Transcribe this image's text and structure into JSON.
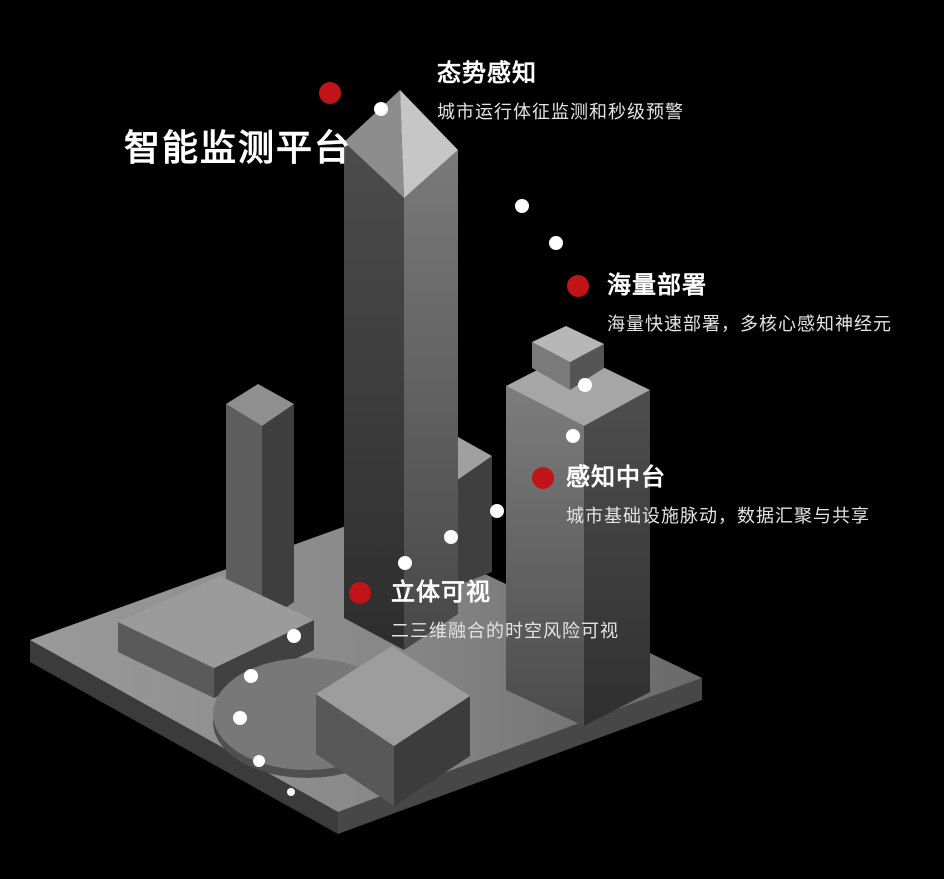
{
  "background": "#000000",
  "title": {
    "text": "智能监测平台"
  },
  "callouts": [
    {
      "id": "situational-awareness",
      "label": "态势感知",
      "description": "城市运行体征监测和秒级预警"
    },
    {
      "id": "mass-deployment",
      "label": "海量部署",
      "description": "海量快速部署，多核心感知神经元"
    },
    {
      "id": "perception-middle-platform",
      "label": "感知中台",
      "description": "城市基础设施脉动，数据汇聚与共享"
    },
    {
      "id": "stereo-visualization",
      "label": "立体可视",
      "description": "二三维融合的时空风险可视"
    }
  ],
  "colors": {
    "marker_red": "#c01418",
    "trail_dot": "#ffffff",
    "heading_text": "#ffffff",
    "description_text": "#e3e3e3"
  }
}
